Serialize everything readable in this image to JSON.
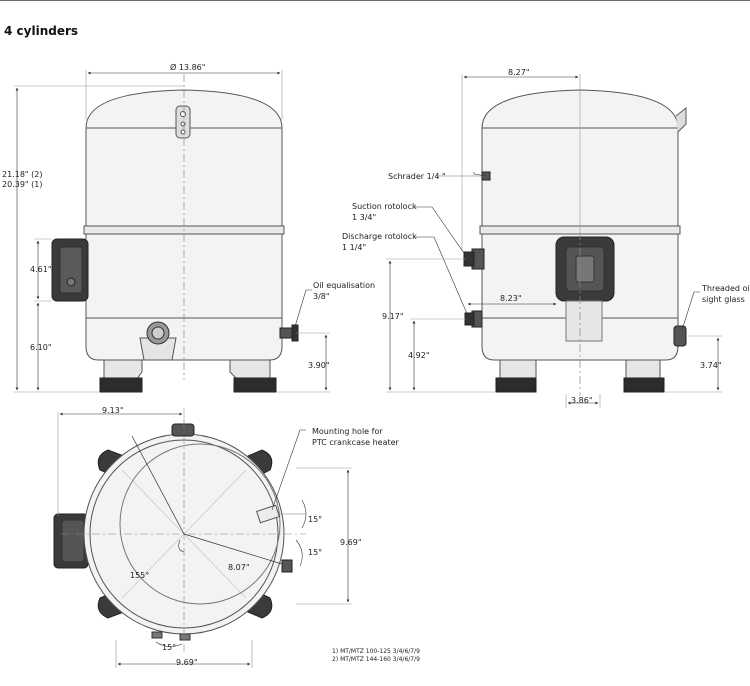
{
  "heading": "4 cylinders",
  "front_view": {
    "diameter": "Ø 13.86\"",
    "height_2": "21.18\" (2)",
    "height_1": "20.39\" (1)",
    "terminal_box_height": "4.61\"",
    "terminal_box_base": "6.10\"",
    "oil_equalisation_label": "Oil equalisation",
    "oil_equalisation_size": "3/8\"",
    "oil_equalisation_height": "3.90\""
  },
  "side_view": {
    "width": "8.27\"",
    "schrader_label": "Schrader 1/4 \"",
    "suction_label": "Suction rotolock",
    "suction_size": "1 3/4\"",
    "discharge_label": "Discharge rotolock",
    "discharge_size": "1 1/4\"",
    "discharge_offset": "8.23\"",
    "suction_height": "9.17\"",
    "discharge_height": "4.92\"",
    "sight_glass_label": "Threaded oil",
    "sight_glass_label_2": "sight glass",
    "sight_glass_height": "3.74\"",
    "box_offset": "3.86\""
  },
  "top_view": {
    "offset_top": "9.13\"",
    "mounting_label": "Mounting hole for",
    "mounting_label_2": "PTC crankcase heater",
    "angle_upper": "15°",
    "angle_lower": "15°",
    "width_right": "9.69\"",
    "radius": "8.07\"",
    "angle_main": "155°",
    "angle_bottom": "15°",
    "width_bottom": "9.69\""
  },
  "footnotes": [
    "1) MT/MTZ 100-125 3/4/6/7/9",
    "2) MT/MTZ 144-160 3/4/6/7/9"
  ]
}
